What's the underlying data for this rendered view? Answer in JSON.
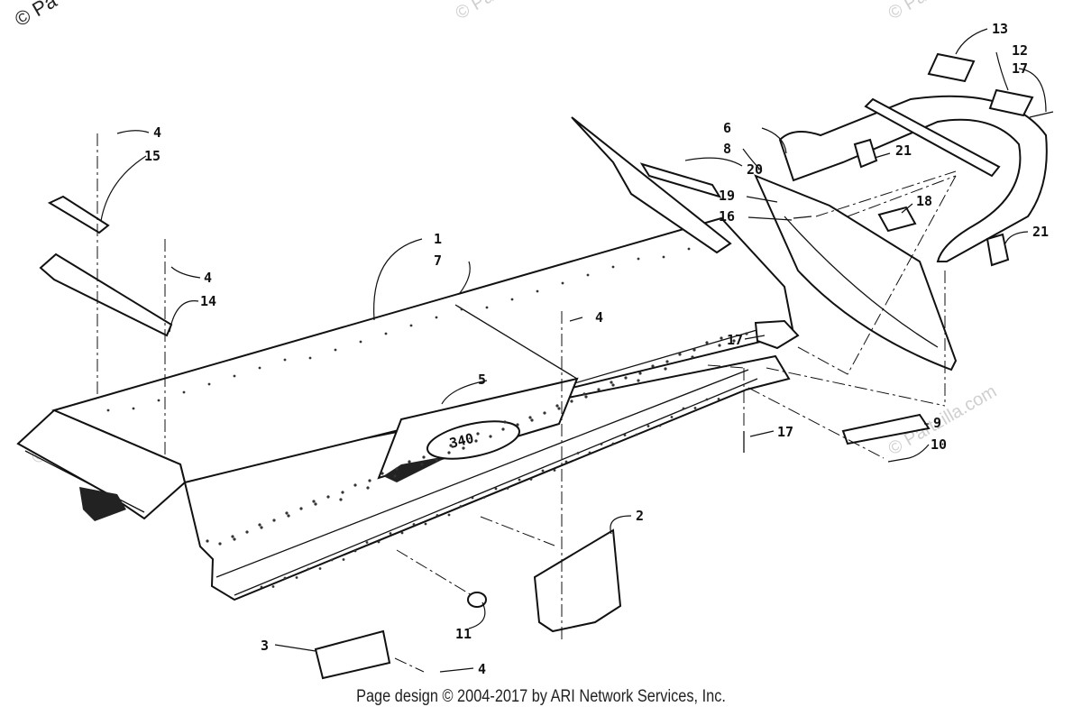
{
  "watermark": {
    "text": "© Partzilla.com",
    "corner_text": "© Pa"
  },
  "callouts": [
    {
      "id": "c1",
      "text": "1"
    },
    {
      "id": "c7",
      "text": "7"
    },
    {
      "id": "c2",
      "text": "2"
    },
    {
      "id": "c3",
      "text": "3"
    },
    {
      "id": "c4a",
      "text": "4"
    },
    {
      "id": "c4b",
      "text": "4"
    },
    {
      "id": "c4c",
      "text": "4"
    },
    {
      "id": "c4d",
      "text": "4"
    },
    {
      "id": "c5",
      "text": "5"
    },
    {
      "id": "c6",
      "text": "6"
    },
    {
      "id": "c8",
      "text": "8"
    },
    {
      "id": "c9",
      "text": "9"
    },
    {
      "id": "c10",
      "text": "10"
    },
    {
      "id": "c11",
      "text": "11"
    },
    {
      "id": "c12",
      "text": "12"
    },
    {
      "id": "c13",
      "text": "13"
    },
    {
      "id": "c14",
      "text": "14"
    },
    {
      "id": "c15",
      "text": "15"
    },
    {
      "id": "c16",
      "text": "16"
    },
    {
      "id": "c17a",
      "text": "17"
    },
    {
      "id": "c17b",
      "text": "17"
    },
    {
      "id": "c17c",
      "text": "17"
    },
    {
      "id": "c18",
      "text": "18"
    },
    {
      "id": "c19",
      "text": "19"
    },
    {
      "id": "c20",
      "text": "20"
    },
    {
      "id": "c21a",
      "text": "21"
    },
    {
      "id": "c21b",
      "text": "21"
    }
  ],
  "decal_text": "340",
  "footer": "Page design © 2004-2017 by ARI Network Services, Inc."
}
